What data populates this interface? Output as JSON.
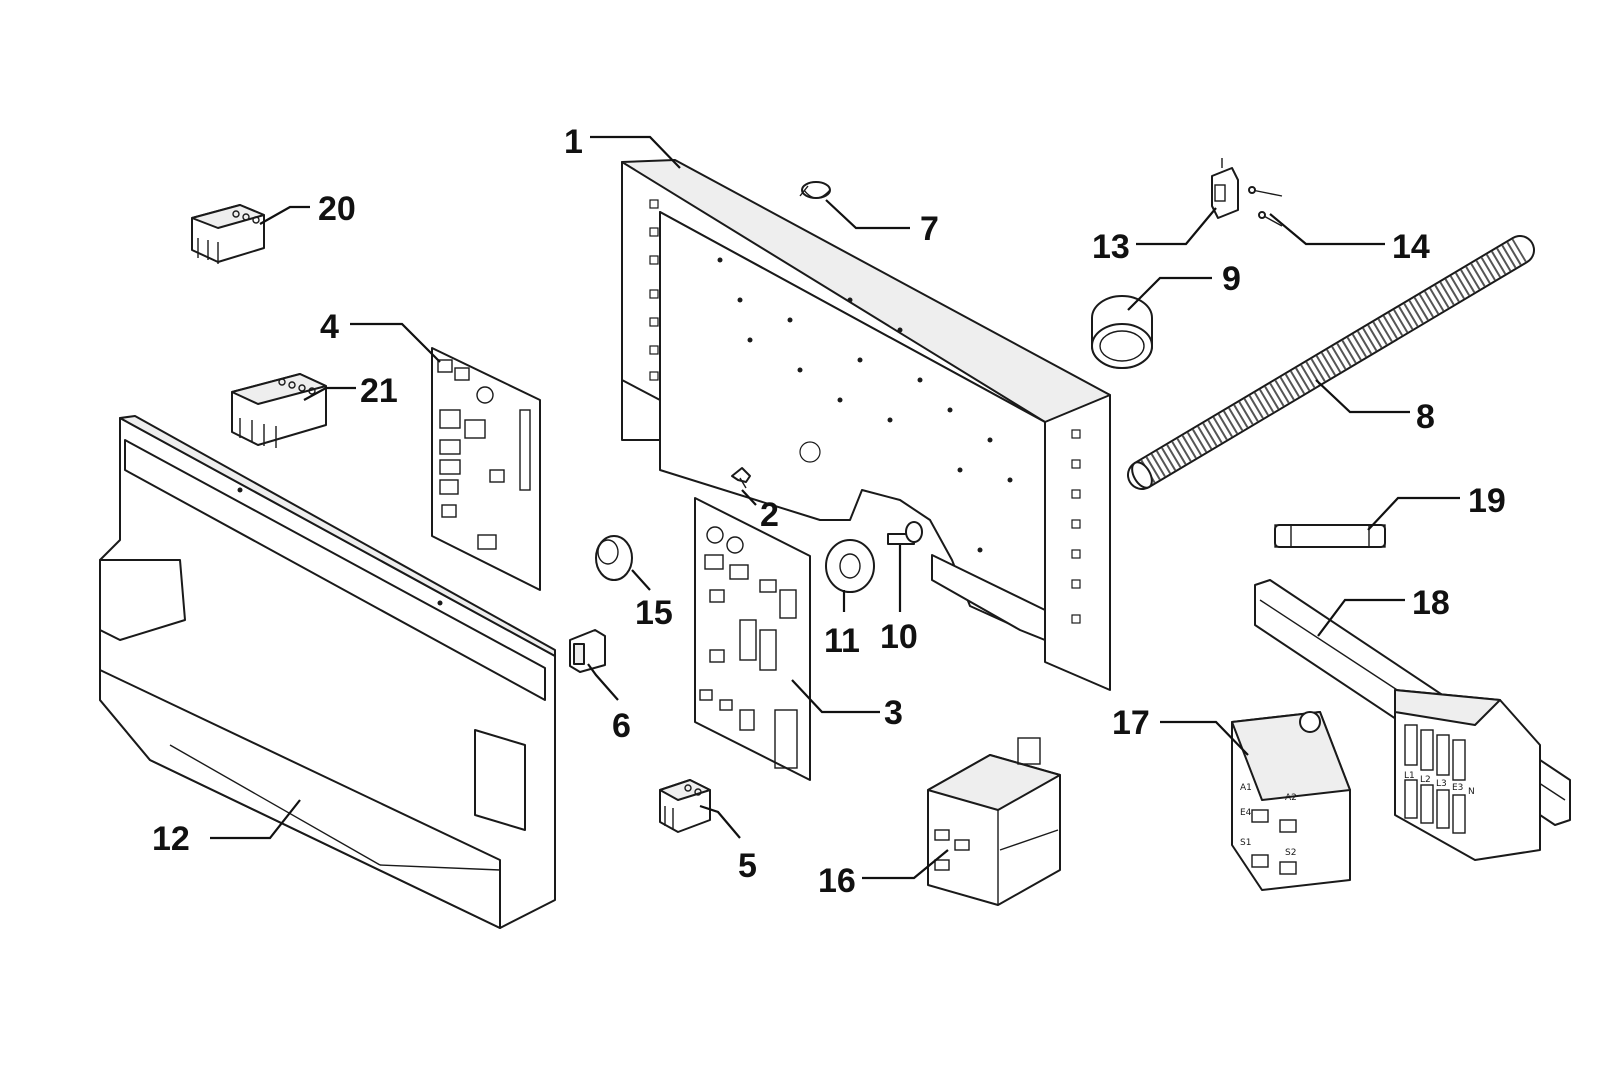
{
  "callouts": [
    {
      "id": "1",
      "label": "1"
    },
    {
      "id": "2",
      "label": "2"
    },
    {
      "id": "3",
      "label": "3"
    },
    {
      "id": "4",
      "label": "4"
    },
    {
      "id": "5",
      "label": "5"
    },
    {
      "id": "6",
      "label": "6"
    },
    {
      "id": "7",
      "label": "7"
    },
    {
      "id": "8",
      "label": "8"
    },
    {
      "id": "9",
      "label": "9"
    },
    {
      "id": "10",
      "label": "10"
    },
    {
      "id": "11",
      "label": "11"
    },
    {
      "id": "12",
      "label": "12"
    },
    {
      "id": "13",
      "label": "13"
    },
    {
      "id": "14",
      "label": "14"
    },
    {
      "id": "15",
      "label": "15"
    },
    {
      "id": "16",
      "label": "16"
    },
    {
      "id": "17",
      "label": "17"
    },
    {
      "id": "18",
      "label": "18"
    },
    {
      "id": "19",
      "label": "19"
    },
    {
      "id": "20",
      "label": "20"
    },
    {
      "id": "21",
      "label": "21"
    }
  ],
  "terminal_labels": [
    "L1",
    "L2",
    "L3",
    "E3",
    "N"
  ],
  "contactor_labels": [
    "A1",
    "A2",
    "S1",
    "S2",
    "E4"
  ]
}
